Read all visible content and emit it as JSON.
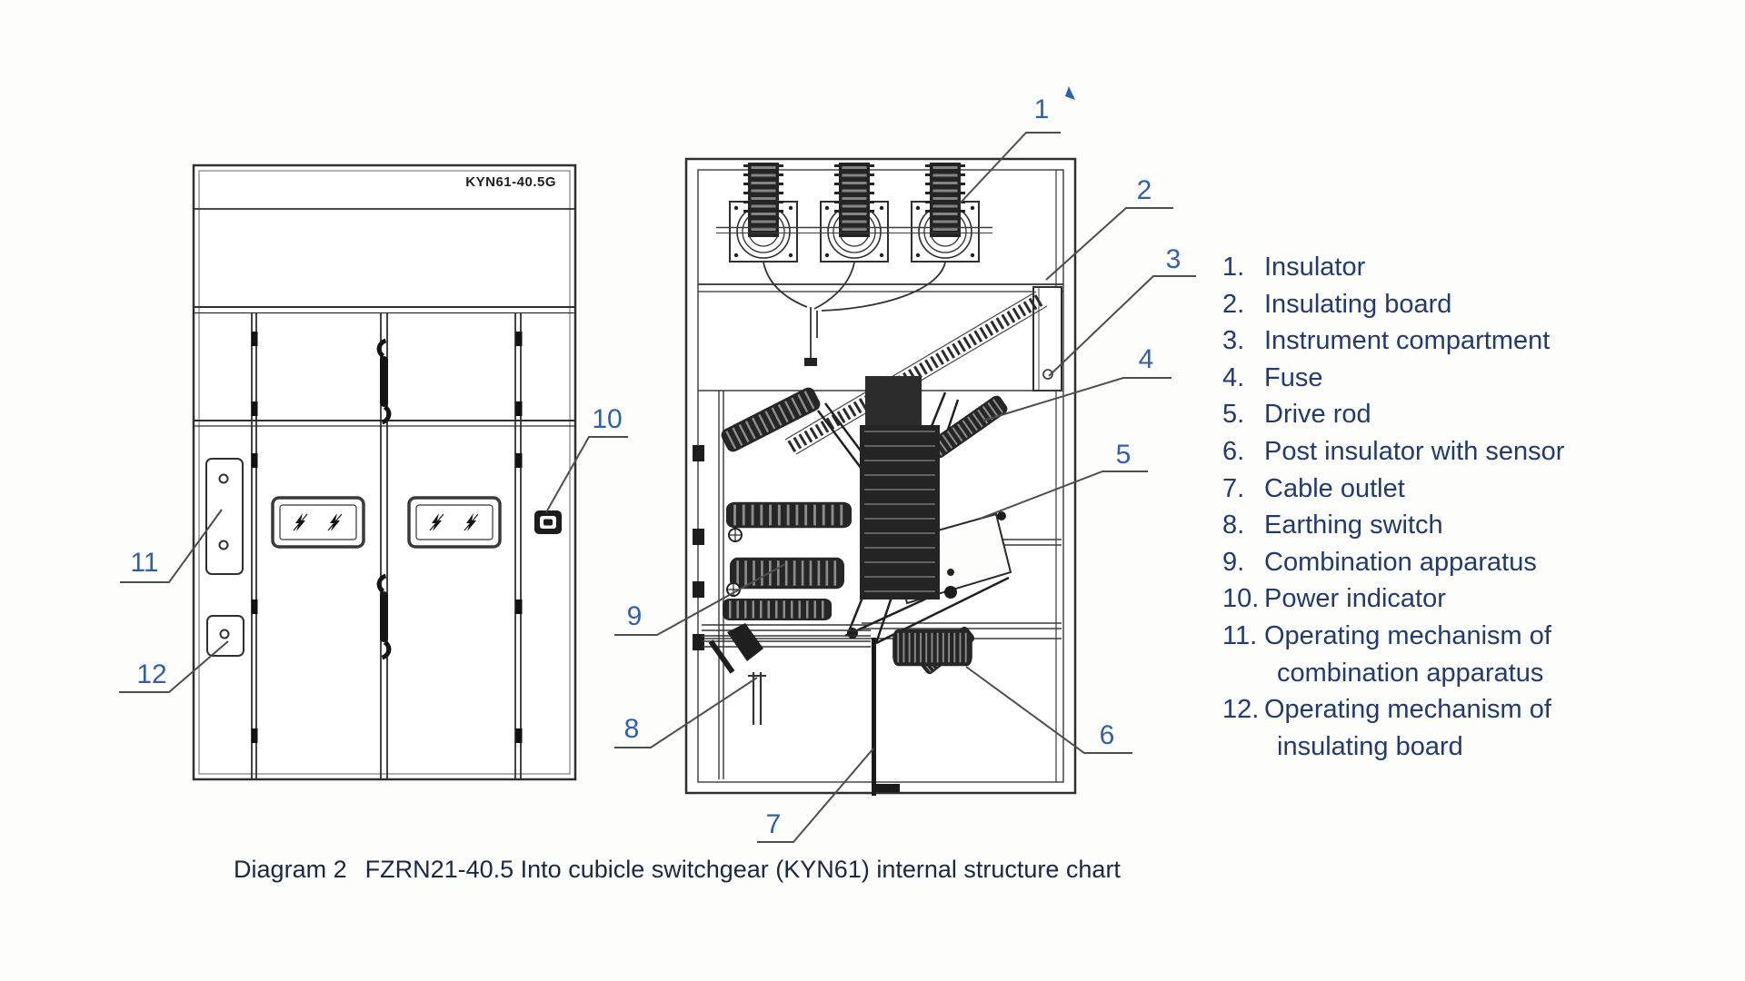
{
  "front_view": {
    "model_label": "KYN61-40.5G"
  },
  "callouts": [
    "1",
    "2",
    "3",
    "4",
    "5",
    "6",
    "7",
    "8",
    "9",
    "10",
    "11",
    "12"
  ],
  "legend": {
    "rows": [
      {
        "num": "1.",
        "text": "Insulator"
      },
      {
        "num": "2.",
        "text": "Insulating board"
      },
      {
        "num": "3.",
        "text": "Instrument compartment"
      },
      {
        "num": "4.",
        "text": "Fuse"
      },
      {
        "num": "5.",
        "text": "Drive rod"
      },
      {
        "num": "6.",
        "text": "Post insulator with sensor"
      },
      {
        "num": "7.",
        "text": "Cable outlet"
      },
      {
        "num": "8.",
        "text": "Earthing switch"
      },
      {
        "num": "9.",
        "text": "Combination apparatus"
      },
      {
        "num": "10.",
        "text": "Power indicator"
      },
      {
        "num": "11.",
        "text": "Operating mechanism of"
      },
      {
        "num": "",
        "text": "combination apparatus"
      },
      {
        "num": "12.",
        "text": "Operating mechanism of"
      },
      {
        "num": "",
        "text": "insulating board"
      }
    ]
  },
  "caption": {
    "prefix": "Diagram 2",
    "text": "FZRN21-40.5 Into cubicle switchgear (KYN61) internal structure chart"
  },
  "colors": {
    "callout_blue": "#2f5fb1",
    "legend_text": "#223a72",
    "caption_text": "#1b2845",
    "line_dark": "#2f2f2f",
    "fill_dark": "#242424",
    "leader_gray": "#4d4d4d",
    "background": "#fdfdfc"
  }
}
